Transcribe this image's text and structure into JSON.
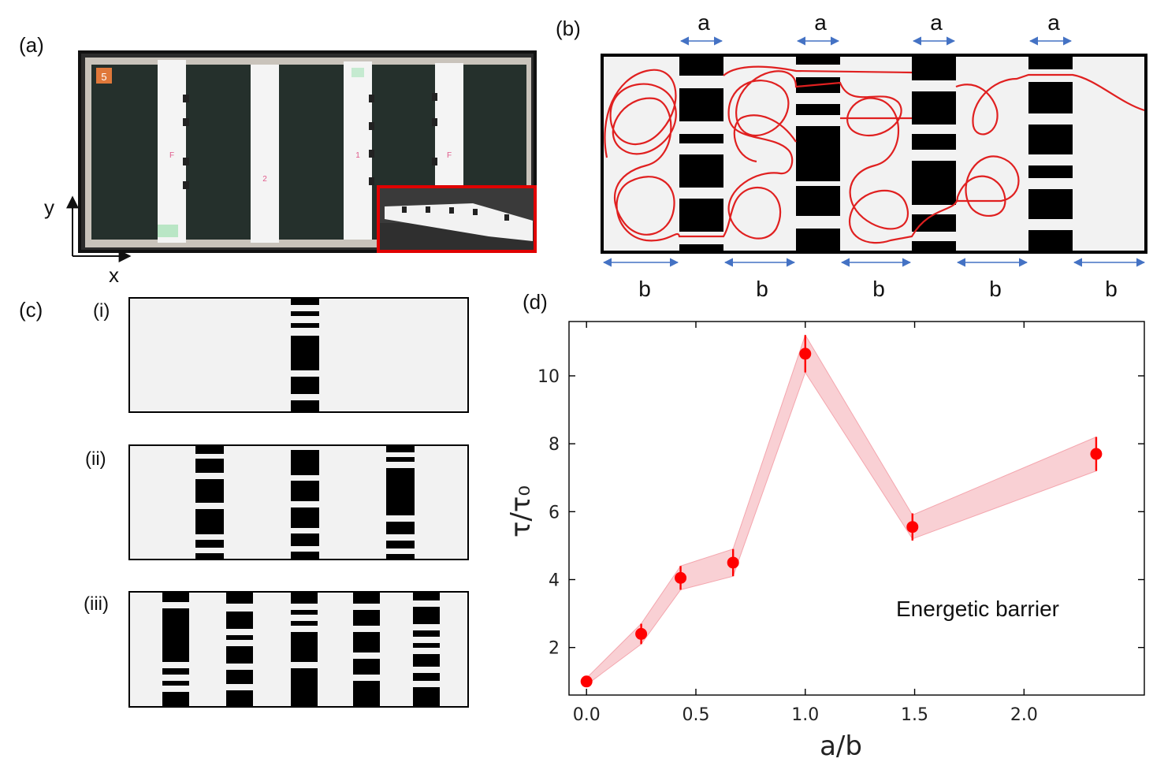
{
  "panels": {
    "a": {
      "label": "(a)",
      "axis_y": "y",
      "axis_x": "x",
      "photo_marks": [
        "5",
        "F",
        "2",
        "1",
        "F"
      ]
    },
    "b": {
      "label": "(b)",
      "gap_label": "a",
      "spacing_label": "b"
    },
    "c": {
      "label": "(c)",
      "sub_labels": [
        "(i)",
        "(ii)",
        "(iii)"
      ]
    },
    "d": {
      "label": "(d)"
    }
  },
  "colors": {
    "trajectory": "#e02020",
    "band": "#f8c8cc",
    "marker": "#ff0000",
    "arrow": "#4472c4",
    "barrier": "#000000",
    "arena": "#f2f2f2",
    "photo_frame": "#111111",
    "inset_border": "#e00000"
  },
  "chart_data": {
    "type": "scatter",
    "xlabel": "a/b",
    "ylabel": "τ/τ₀",
    "xlim": [
      -0.08,
      2.55
    ],
    "ylim": [
      0.6,
      11.6
    ],
    "xticks": [
      "0.0",
      "0.5",
      "1.0",
      "1.5",
      "2.0"
    ],
    "yticks": [
      "2",
      "4",
      "6",
      "8",
      "10"
    ],
    "annotation": "Energetic barrier",
    "series": [
      {
        "x": [
          0.0,
          0.25,
          0.43,
          0.67,
          1.0,
          1.49,
          2.33
        ],
        "y": [
          1.0,
          2.4,
          4.05,
          4.5,
          10.65,
          5.55,
          7.7
        ],
        "err": [
          0.1,
          0.3,
          0.35,
          0.4,
          0.55,
          0.4,
          0.5
        ],
        "band_low": [
          0.9,
          2.1,
          3.7,
          4.1,
          10.1,
          5.2,
          7.2
        ],
        "band_high": [
          1.1,
          2.7,
          4.4,
          4.9,
          11.2,
          5.9,
          8.2
        ]
      }
    ]
  }
}
